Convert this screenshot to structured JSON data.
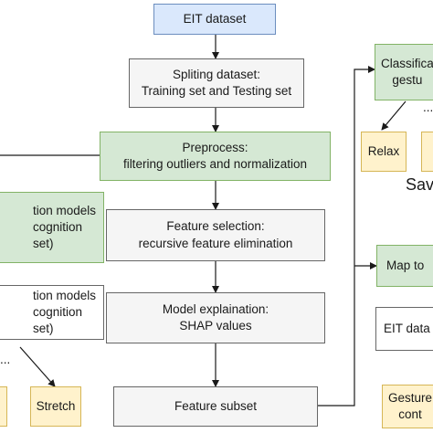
{
  "nodes": {
    "eit_dataset": "EIT dataset",
    "splitting": "Spliting dataset:\nTraining set and Testing set",
    "preprocess": "Preprocess:\nfiltering outliers and normalization",
    "feature_selection": "Feature selection:\nrecursive feature elimination",
    "model_explanation": "Model explaination:\nSHAP values",
    "feature_subset": "Feature subset",
    "left_models_1": "tion models\ncognition\nset)",
    "left_models_2": "tion models\ncognition\nset)",
    "left_dots": "...",
    "stretch": "Stretch",
    "classification": "Classifica\ngestu",
    "right_dots": "...",
    "relax": "Relax",
    "save_text": "Sav",
    "map_to": "Map to",
    "eit_data_right": "EIT data",
    "gesture_control": "Gesture\ncont"
  },
  "colors": {
    "blue_fill": "#dae8fc",
    "green_fill": "#d5e8d4",
    "gray_fill": "#f5f5f5",
    "yellow_fill": "#fff2cc",
    "arrow": "#1a1a1a"
  }
}
